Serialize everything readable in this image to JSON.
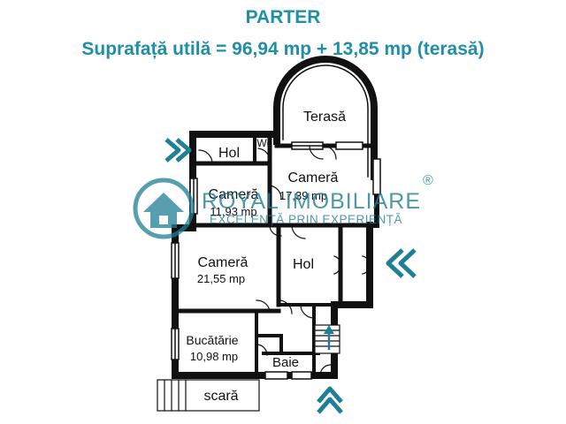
{
  "header": {
    "title": "PARTER",
    "subtitle": "Suprafață utilă = 96,94 mp + 13,85 mp (terasă)"
  },
  "rooms": [
    {
      "key": "terasa",
      "name": "Terasă",
      "area": ""
    },
    {
      "key": "hol_top",
      "name": "Hol",
      "area": ""
    },
    {
      "key": "wc",
      "name": "Wc",
      "area": ""
    },
    {
      "key": "camera1",
      "name": "Cameră",
      "area": "17,39 mp"
    },
    {
      "key": "camera2",
      "name": "Cameră",
      "area": "11,93 mp"
    },
    {
      "key": "camera3",
      "name": "Cameră",
      "area": "21,55 mp"
    },
    {
      "key": "hol_center",
      "name": "Hol",
      "area": ""
    },
    {
      "key": "bucatarie",
      "name": "Bucătărie",
      "area": "10,98 mp"
    },
    {
      "key": "baie",
      "name": "Baie",
      "area": ""
    },
    {
      "key": "scara",
      "name": "scară",
      "area": ""
    }
  ],
  "watermark": {
    "brand": "ROYAL IMOBILIARE",
    "tagline": "EXCELENȚĂ PRIN EXPERIENȚĂ",
    "mark": "®"
  },
  "colors": {
    "title": "#1f8fa8",
    "arrow": "#1f7f95",
    "wall": "#111111"
  },
  "icons": [
    "entry-arrow-left-icon",
    "entry-arrow-right-icon",
    "entry-arrow-bottom-icon",
    "house-logo-icon"
  ]
}
